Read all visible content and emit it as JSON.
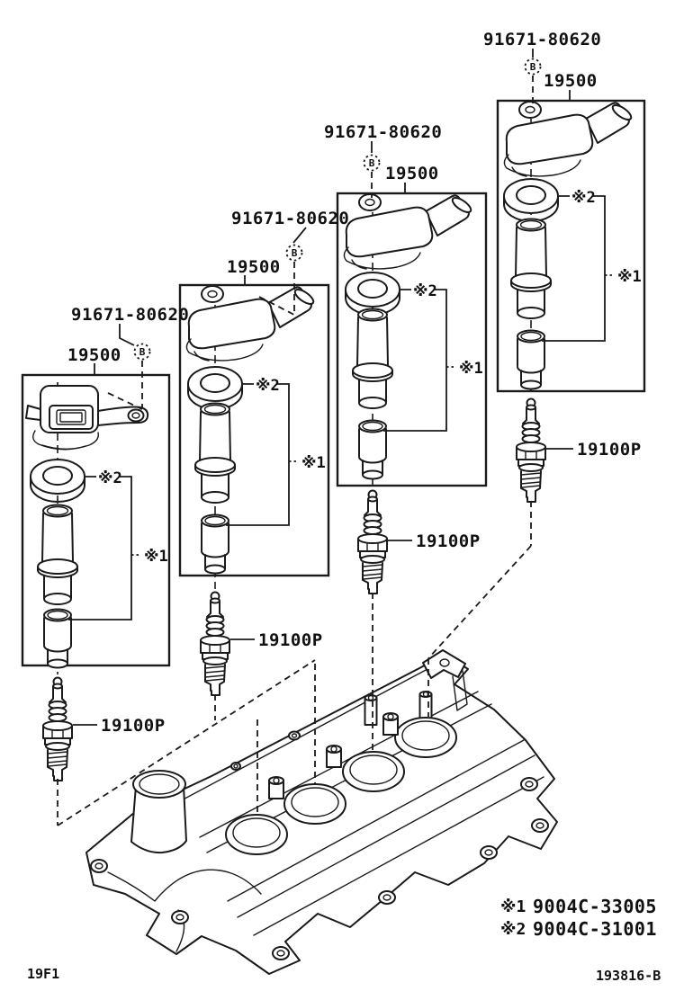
{
  "colors": {
    "ink": "#1a1a1a",
    "background": "#ffffff"
  },
  "parts": {
    "ignition_coil": "19500",
    "coil_bolt": "91671-80620",
    "spark_plug": "19100P",
    "bolt_marker": "B",
    "ref1": "※1",
    "ref2": "※2"
  },
  "legend": {
    "items": [
      {
        "mark": "※1",
        "part_number": "9004C-33005"
      },
      {
        "mark": "※2",
        "part_number": "9004C-31001"
      }
    ]
  },
  "footer": {
    "page_code": "19F1",
    "figure_code": "193816-B"
  }
}
